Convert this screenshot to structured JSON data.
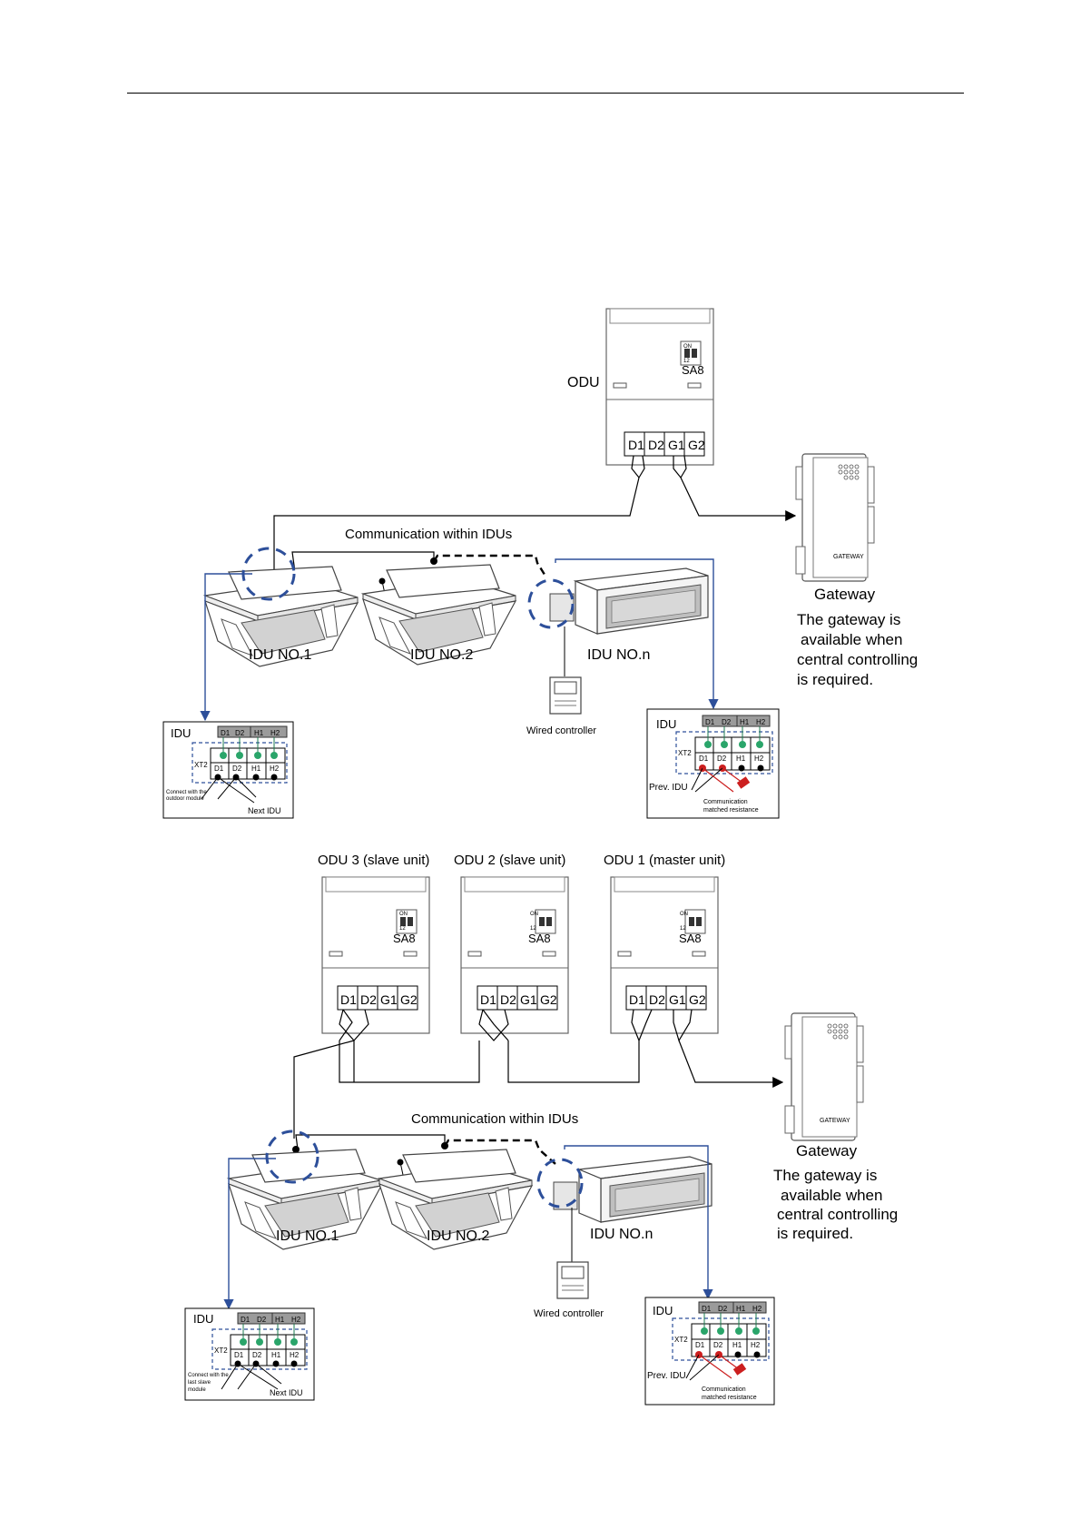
{
  "diagram1": {
    "odu_label": "ODU",
    "switch_label": "SA8",
    "switch_on": "ON",
    "switch_nums": "12",
    "terminals": [
      "D1",
      "D2",
      "G1",
      "G2"
    ],
    "comm_label": "Communication within IDUs",
    "idu_labels": [
      "IDU NO.1",
      "IDU NO.2",
      "IDU NO.n"
    ],
    "wired_controller": "Wired controller",
    "gateway_device_text": "GATEWAY",
    "gateway_title": "Gateway",
    "gateway_note": [
      "The gateway is",
      "available when",
      "central controlling",
      "is required."
    ],
    "box_left": {
      "title": "IDU",
      "xt2": "XT2",
      "top_terminals": [
        "D1",
        "D2",
        "H1",
        "H2"
      ],
      "bottom_terminals": [
        "D1",
        "D2",
        "H1",
        "H2"
      ],
      "note": [
        "Connect with the",
        "outdoor module"
      ],
      "next": "Next IDU"
    },
    "box_right": {
      "title": "IDU",
      "xt2": "XT2",
      "top_terminals": [
        "D1",
        "D2",
        "H1",
        "H2"
      ],
      "bottom_terminals": [
        "D1",
        "D2",
        "H1",
        "H2"
      ],
      "prev": "Prev. IDU",
      "resistance": [
        "Communication",
        "matched resistance"
      ]
    }
  },
  "diagram2": {
    "odu_labels": [
      "ODU 3 (slave unit)",
      "ODU 2 (slave unit)",
      "ODU 1 (master unit)"
    ],
    "switch_label": "SA8",
    "switch_on": "ON",
    "switch_nums": "12",
    "terminals": [
      "D1",
      "D2",
      "G1",
      "G2"
    ],
    "comm_label": "Communication within IDUs",
    "idu_labels": [
      "IDU NO.1",
      "IDU NO.2",
      "IDU NO.n"
    ],
    "wired_controller": "Wired controller",
    "gateway_device_text": "GATEWAY",
    "gateway_title": "Gateway",
    "gateway_note": [
      "The gateway is",
      "available when",
      "central controlling",
      "is required."
    ],
    "box_left": {
      "title": "IDU",
      "xt2": "XT2",
      "top_terminals": [
        "D1",
        "D2",
        "H1",
        "H2"
      ],
      "bottom_terminals": [
        "D1",
        "D2",
        "H1",
        "H2"
      ],
      "note": [
        "Connect with the",
        "last slave",
        "module"
      ],
      "next": "Next IDU"
    },
    "box_right": {
      "title": "IDU",
      "xt2": "XT2",
      "top_terminals": [
        "D1",
        "D2",
        "H1",
        "H2"
      ],
      "bottom_terminals": [
        "D1",
        "D2",
        "H1",
        "H2"
      ],
      "prev": "Prev. IDU",
      "resistance": [
        "Communication",
        "matched resistance"
      ]
    }
  }
}
